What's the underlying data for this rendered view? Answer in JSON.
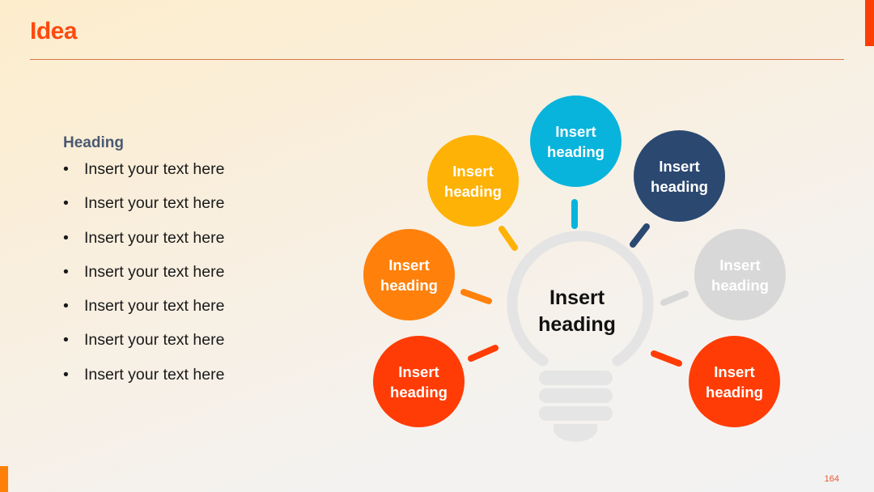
{
  "slide": {
    "title": "Idea",
    "page_number": "164",
    "accent_colors": {
      "title": "#fc4a10",
      "top_bar": "#fc3d06",
      "bottom_bar": "#ff8008"
    }
  },
  "left": {
    "heading": "Heading",
    "bullet_glyph": "•",
    "items": [
      "Insert your text here",
      "Insert your text here",
      "Insert your text here",
      "Insert your text here",
      "Insert your text here",
      "Insert your text here",
      "Insert your text here"
    ]
  },
  "diagram": {
    "center": {
      "line1": "Insert",
      "line2": "heading",
      "icon": "lightbulb-icon"
    },
    "bubbles": [
      {
        "line1": "Insert",
        "line2": "heading",
        "color": "#ff3c05"
      },
      {
        "line1": "Insert",
        "line2": "heading",
        "color": "#ff800b"
      },
      {
        "line1": "Insert",
        "line2": "heading",
        "color": "#fdb205"
      },
      {
        "line1": "Insert",
        "line2": "heading",
        "color": "#08b4dc"
      },
      {
        "line1": "Insert",
        "line2": "heading",
        "color": "#2b4870"
      },
      {
        "line1": "Insert",
        "line2": "heading",
        "color": "#d8d8d8"
      },
      {
        "line1": "Insert",
        "line2": "heading",
        "color": "#ff3c05"
      }
    ]
  }
}
